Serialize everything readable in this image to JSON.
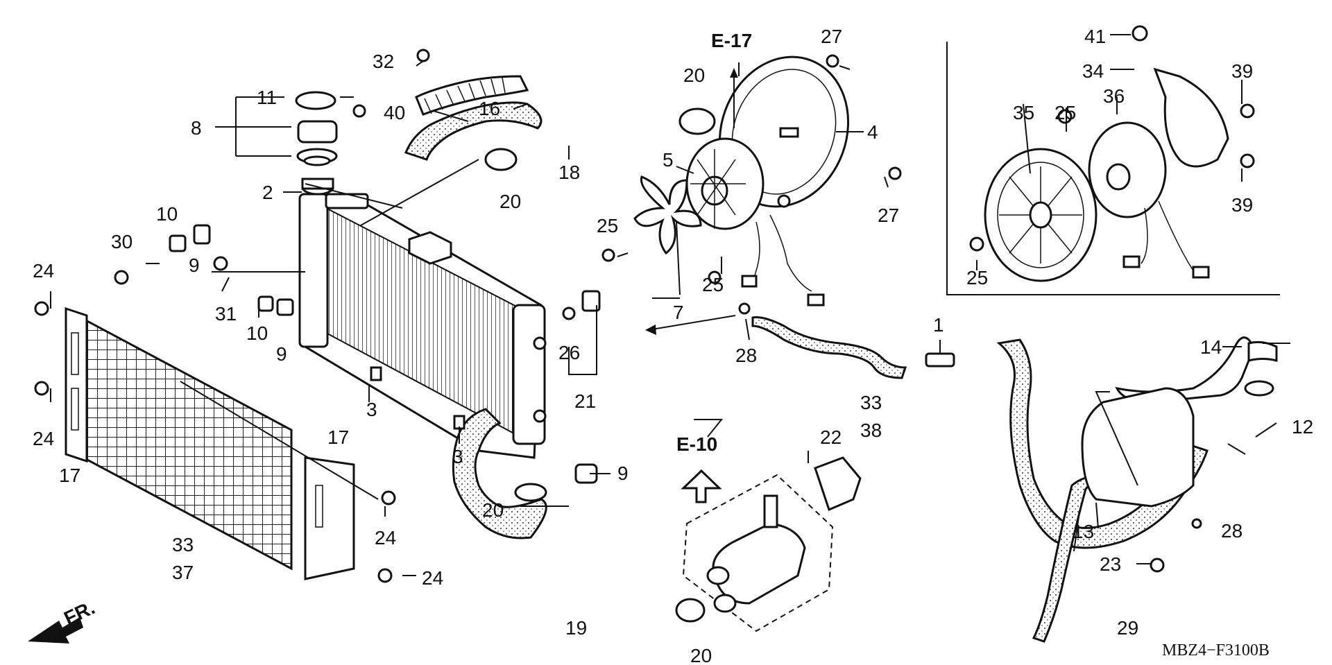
{
  "diagram_code": "MBZ4−F3100B",
  "refs": {
    "e17": "E-17",
    "e10": "E-10",
    "fr": "FR."
  },
  "labels": {
    "n1": "1",
    "n2": "2",
    "n3a": "3",
    "n3b": "3",
    "n4": "4",
    "n5": "5",
    "n7": "7",
    "n8": "8",
    "n9a": "9",
    "n9b": "9",
    "n9c": "9",
    "n10a": "10",
    "n10b": "10",
    "n11": "11",
    "n12": "12",
    "n13": "13",
    "n14": "14",
    "n16": "16",
    "n17a": "17",
    "n17b": "17",
    "n18": "18",
    "n19": "19",
    "n20a": "20",
    "n20b": "20",
    "n20c": "20",
    "n20d": "20",
    "n21": "21",
    "n22": "22",
    "n23": "23",
    "n24a": "24",
    "n24b": "24",
    "n24c": "24",
    "n24d": "24",
    "n25a": "25",
    "n25b": "25",
    "n25c": "25",
    "n25d": "25",
    "n26": "26",
    "n27a": "27",
    "n27b": "27",
    "n28a": "28",
    "n28b": "28",
    "n29": "29",
    "n30": "30",
    "n31": "31",
    "n32": "32",
    "n33a": "33",
    "n33b": "33",
    "n34": "34",
    "n35": "35",
    "n36": "36",
    "n37": "37",
    "n38": "38",
    "n39a": "39",
    "n39b": "39",
    "n40": "40",
    "n41": "41"
  }
}
